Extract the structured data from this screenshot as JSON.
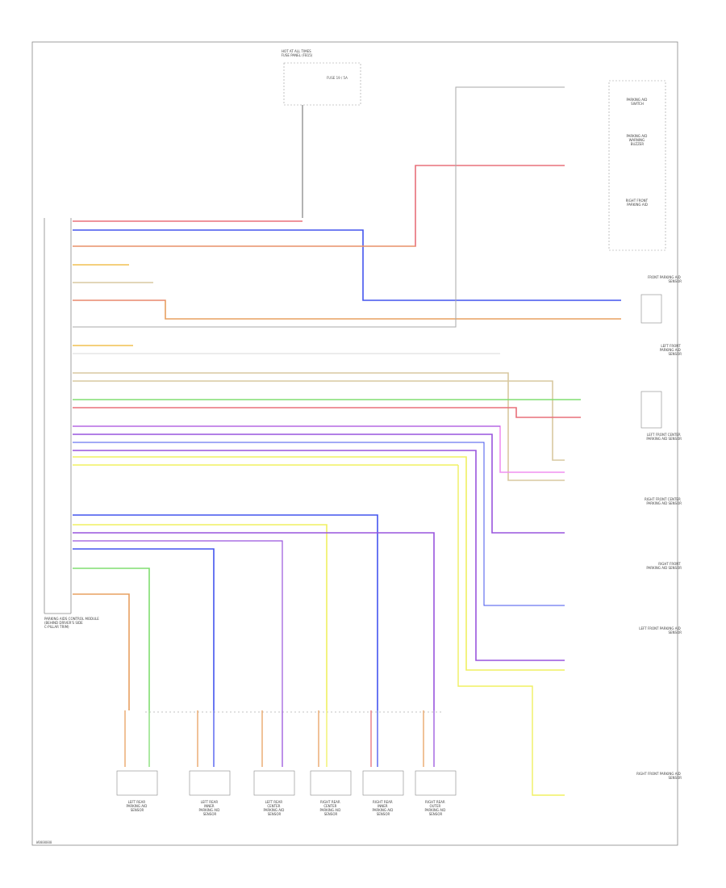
{
  "diagram": {
    "page_id": "W0000000",
    "module_caption": [
      "PARKING AIDS CONTROL MODULE",
      "(BEHIND DRIVER'S SIDE",
      "C-PILLAR TRIM)"
    ],
    "component_captions": {
      "top_fuse": [
        "HOT AT ALL TIMES",
        "FUSE PANEL (FB15)",
        "FUSE 19 / 5A"
      ],
      "left_rear_outer": [
        "LEFT REAR",
        "PARKING AID",
        "SENSOR"
      ],
      "left_rear_inner": [
        "LEFT REAR",
        "INNER",
        "PARKING AID",
        "SENSOR"
      ],
      "center_left": [
        "LEFT REAR",
        "CENTER",
        "PARKING AID",
        "SENSOR"
      ],
      "center_right": [
        "RIGHT REAR",
        "CENTER",
        "PARKING AID",
        "SENSOR"
      ],
      "right_rear_inner": [
        "RIGHT REAR",
        "INNER",
        "PARKING AID",
        "SENSOR"
      ],
      "right_rear_outer": [
        "RIGHT REAR",
        "OUTER",
        "PARKING AID",
        "SENSOR"
      ],
      "right_1": [
        "PARKING AID",
        "SWITCH"
      ],
      "right_2": [
        "PARKING AID",
        "WARNING",
        "BUZZER"
      ],
      "right_3": [
        "RIGHT FRONT",
        "PARKING AID"
      ],
      "right_4": [
        "FRONT PARKING AID",
        "SENSOR"
      ],
      "right_5": [
        "LEFT FRONT",
        "PARKING AID",
        "SENSOR"
      ],
      "right_6": [
        "LEFT FRONT CENTER",
        "PARKING AID SENSOR"
      ],
      "right_7": [
        "RIGHT FRONT CENTER",
        "PARKING AID SENSOR"
      ],
      "right_8": [
        "RIGHT FRONT",
        "PARKING AID SENSOR"
      ],
      "right_9": [
        "LEFT FRONT PARKING AID",
        "SENSOR"
      ],
      "right_10": [
        "RIGHT FRONT PARKING AID",
        "SENSOR"
      ]
    },
    "wire_colors": {
      "red": "#e8707a",
      "blue": "#4455ee",
      "orange": "#e8a060",
      "yellow": "#f0f060",
      "green": "#80dd70",
      "violet": "#9955dd",
      "pink": "#f090f0",
      "tan": "#d8c8a0",
      "gray": "#888888",
      "black": "#222222"
    }
  }
}
